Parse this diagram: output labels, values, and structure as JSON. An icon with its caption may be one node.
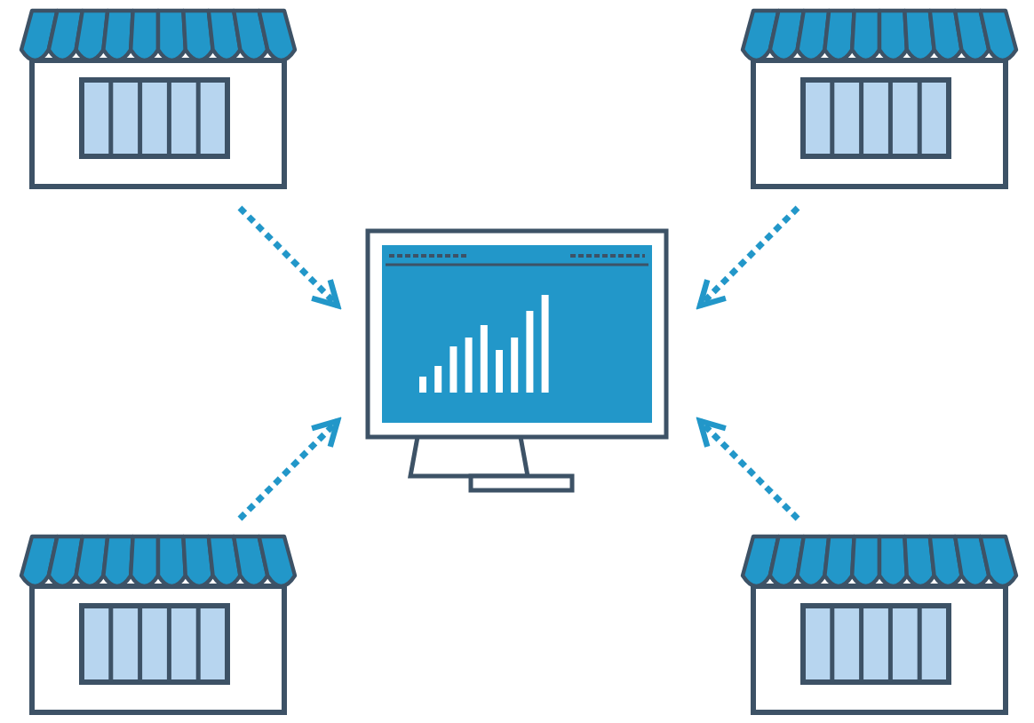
{
  "diagram": {
    "nodes": [
      {
        "text": [],
        "shape": "picture"
      },
      {
        "text": [],
        "shape": "picture"
      },
      {
        "text": [],
        "shape": "picture"
      },
      {
        "text": [],
        "shape": "picture"
      },
      {
        "text": [],
        "shape": "picture"
      }
    ],
    "edges": [
      {
        "from": 0,
        "to": 2,
        "arrow": "to",
        "style": "dashed"
      },
      {
        "from": 1,
        "to": 2,
        "arrow": "to",
        "style": "dashed"
      },
      {
        "from": 3,
        "to": 2,
        "arrow": "to",
        "style": "dashed"
      },
      {
        "from": 4,
        "to": 2,
        "arrow": "to",
        "style": "dashed"
      }
    ]
  }
}
